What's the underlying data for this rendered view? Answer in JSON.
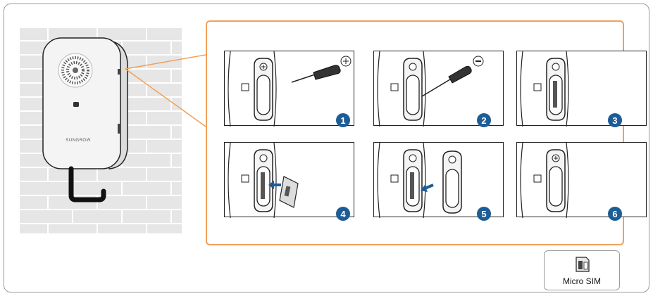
{
  "device": {
    "brand_label": "SUNGROW"
  },
  "steps": [
    {
      "number": "1"
    },
    {
      "number": "2"
    },
    {
      "number": "3"
    },
    {
      "number": "4"
    },
    {
      "number": "5"
    },
    {
      "number": "6"
    }
  ],
  "legend": {
    "label": "Micro SIM",
    "icon": "micro-sim-card-icon"
  },
  "colors": {
    "callout_border": "#f0a05a",
    "step_badge": "#1d5d96",
    "wall_brick": "#e6e6e6"
  }
}
